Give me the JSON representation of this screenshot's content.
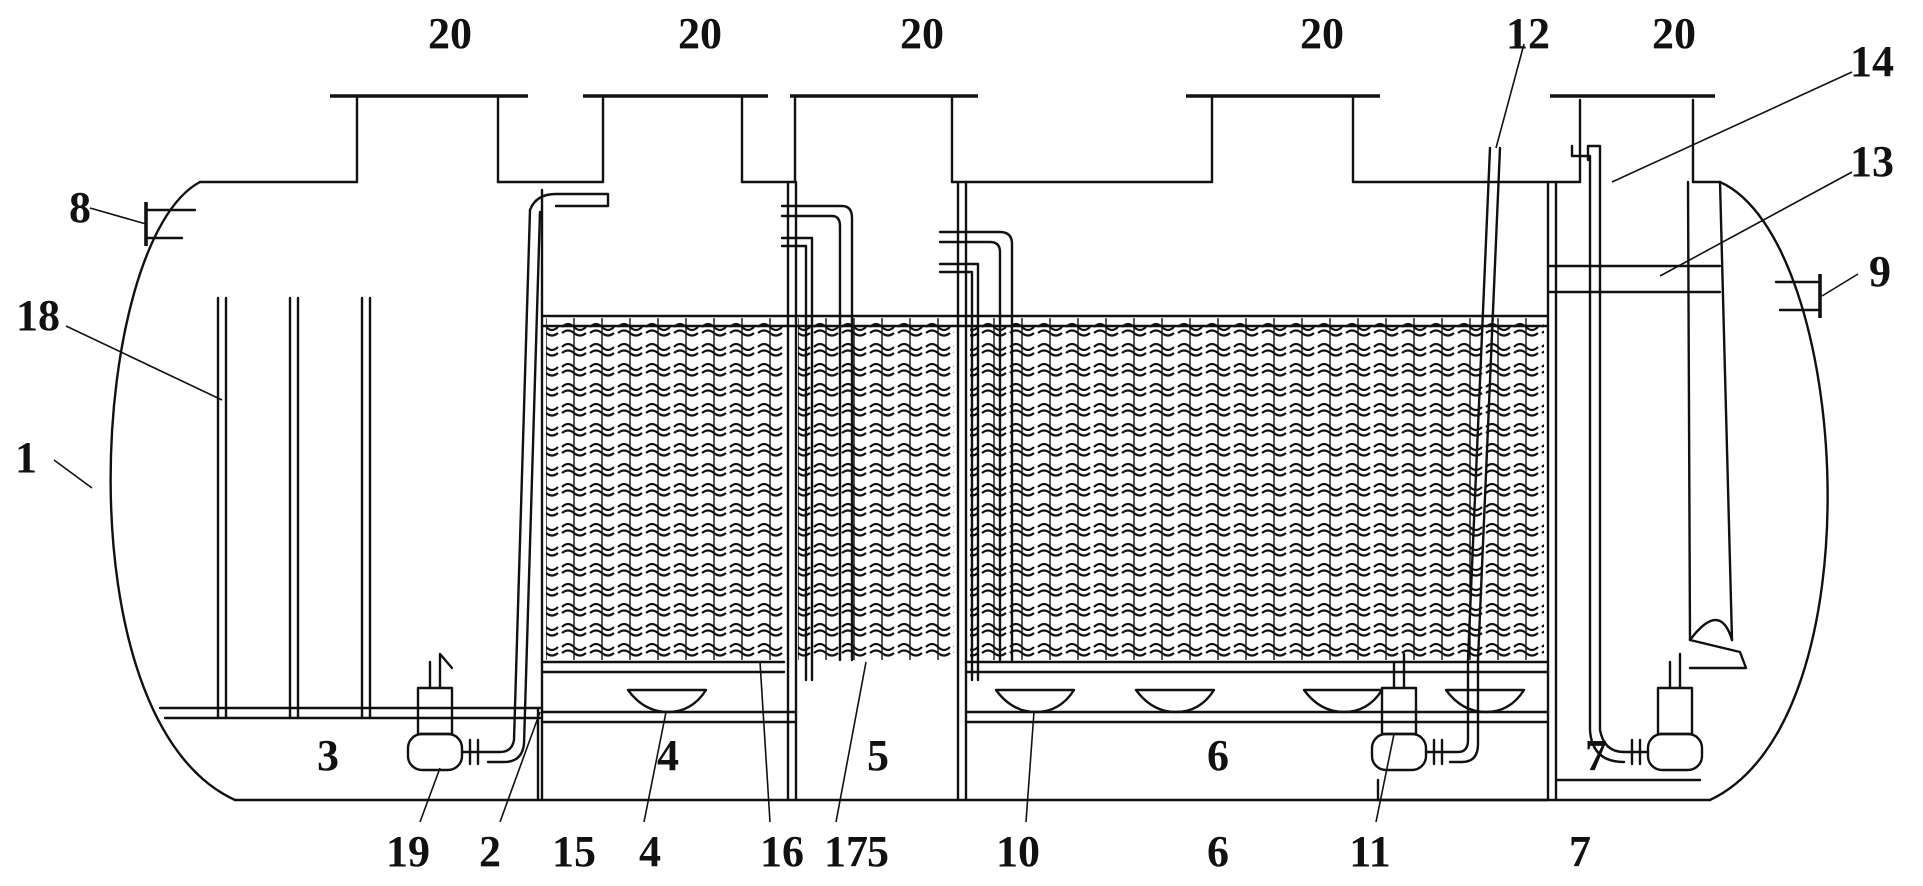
{
  "labels": {
    "tank_shell": "1",
    "partition_a": "2",
    "settling_chamber": "3",
    "anoxic_chamber": "4",
    "aerobic_chamber_a": "5",
    "aerobic_chamber_b": "6",
    "clear_water_chamber": "7",
    "inlet_pipe": "8",
    "outlet_pipe": "9",
    "aerator_disc": "10",
    "lift_pump_mid": "11",
    "return_pipe": "12",
    "outlet_weir": "13",
    "discharge_pipe": "14",
    "aerator_disc_left": "15",
    "media_frame_a": "16",
    "media_frame_b": "17",
    "baffle_plates": "18",
    "lift_pump_left": "19",
    "manhole_1": "20",
    "manhole_2": "20",
    "manhole_3": "20",
    "manhole_4": "20",
    "manhole_5": "20"
  }
}
